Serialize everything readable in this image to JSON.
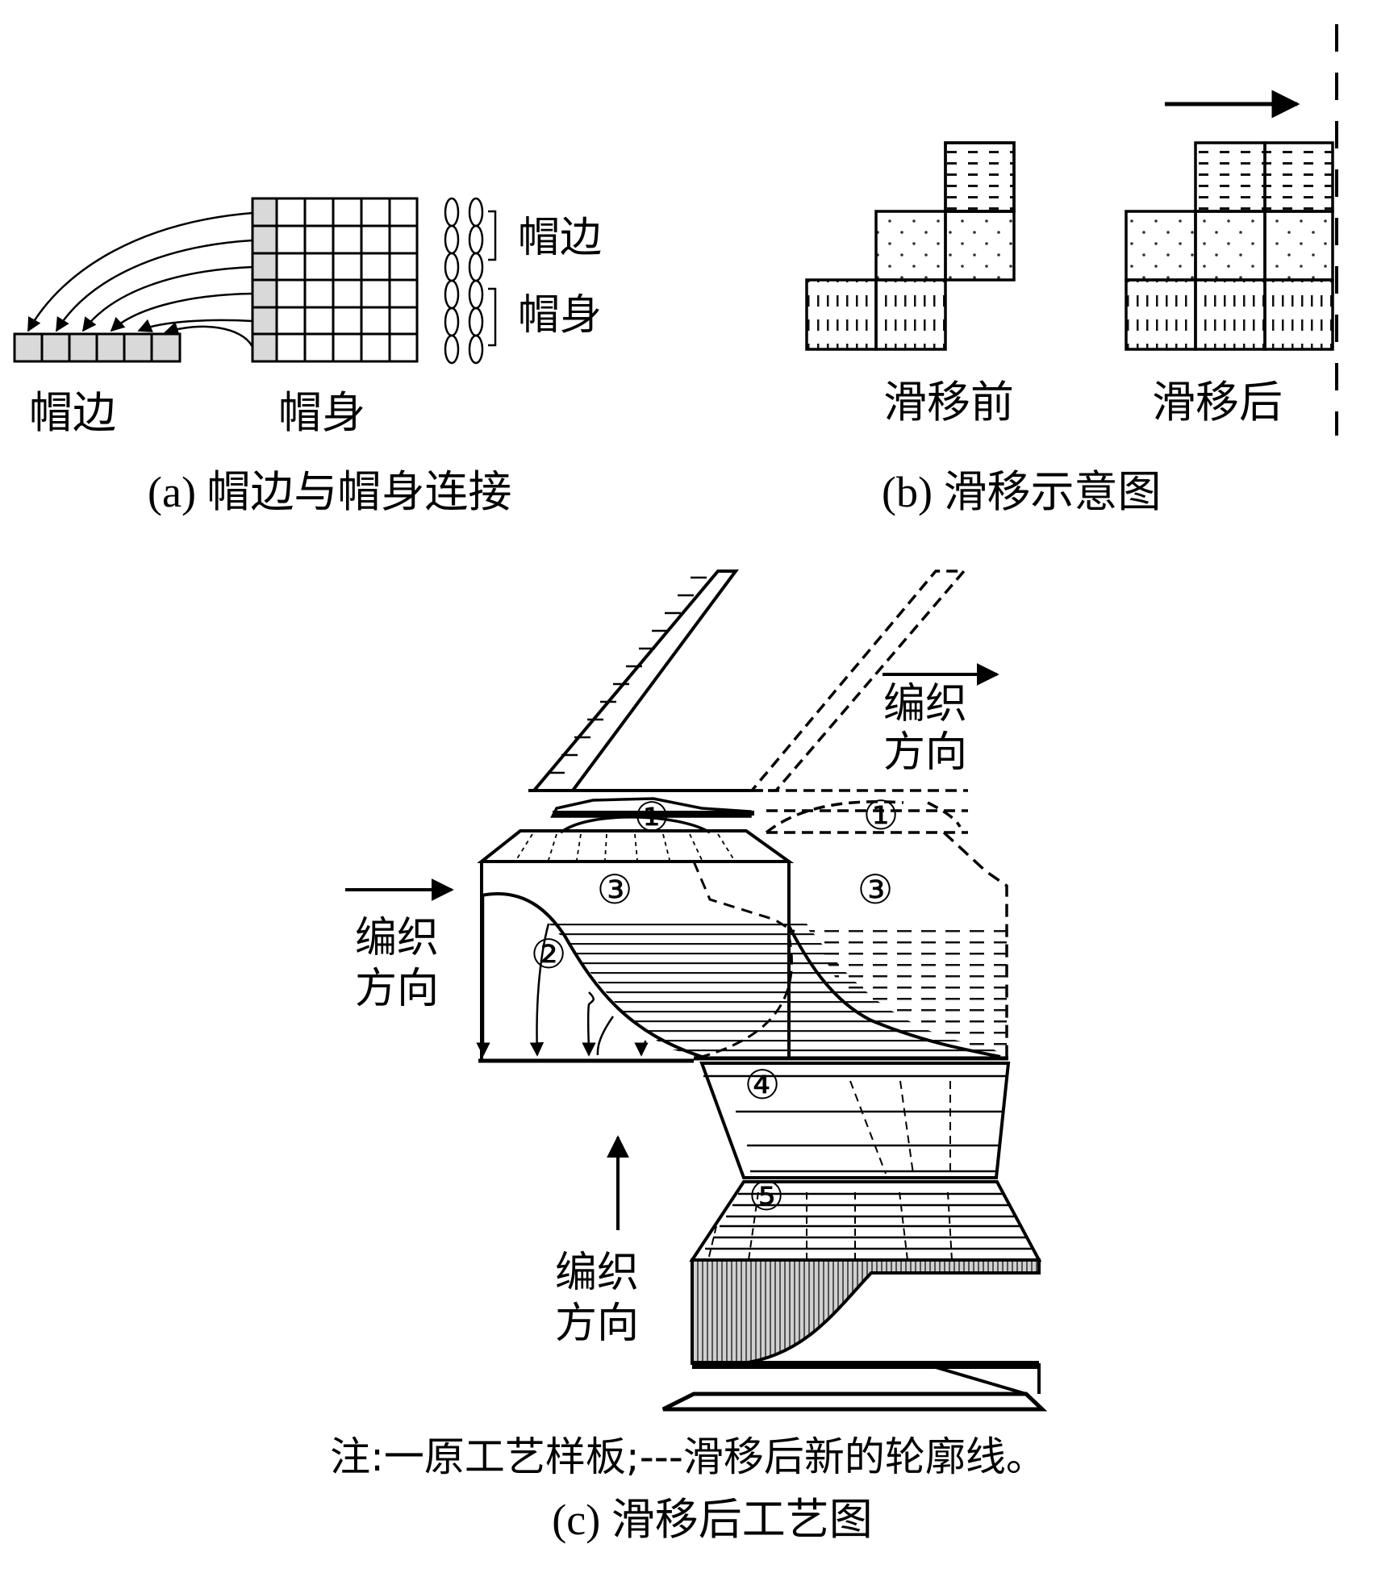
{
  "panel_a": {
    "labels": {
      "brim_left": "帽边",
      "body_bottom": "帽身",
      "brim_bracket": "帽边",
      "body_bracket": "帽身"
    },
    "caption": "(a) 帽边与帽身连接",
    "colors": {
      "shaded_cell": "#d9d9d9",
      "line": "#000000"
    }
  },
  "panel_b": {
    "labels": {
      "before": "滑移前",
      "after": "滑移后"
    },
    "caption": "(b) 滑移示意图"
  },
  "panel_c": {
    "knit_direction_label_line1": "编织",
    "knit_direction_label_line2": "方向",
    "direction_labels": [
      {
        "line1": "编织",
        "line2": "方向",
        "arrow": "right"
      },
      {
        "line1": "编织",
        "line2": "方向",
        "arrow": "right"
      },
      {
        "line1": "编织",
        "line2": "方向",
        "arrow": "up"
      }
    ],
    "region_markers": [
      "①",
      "①",
      "③",
      "③",
      "②",
      "④",
      "⑤"
    ],
    "note": "注:一原工艺样板;---滑移后新的轮廓线。",
    "caption": "(c) 滑移后工艺图",
    "colors": {
      "hatch_fill": "#bdbdbd",
      "line": "#000000"
    }
  }
}
